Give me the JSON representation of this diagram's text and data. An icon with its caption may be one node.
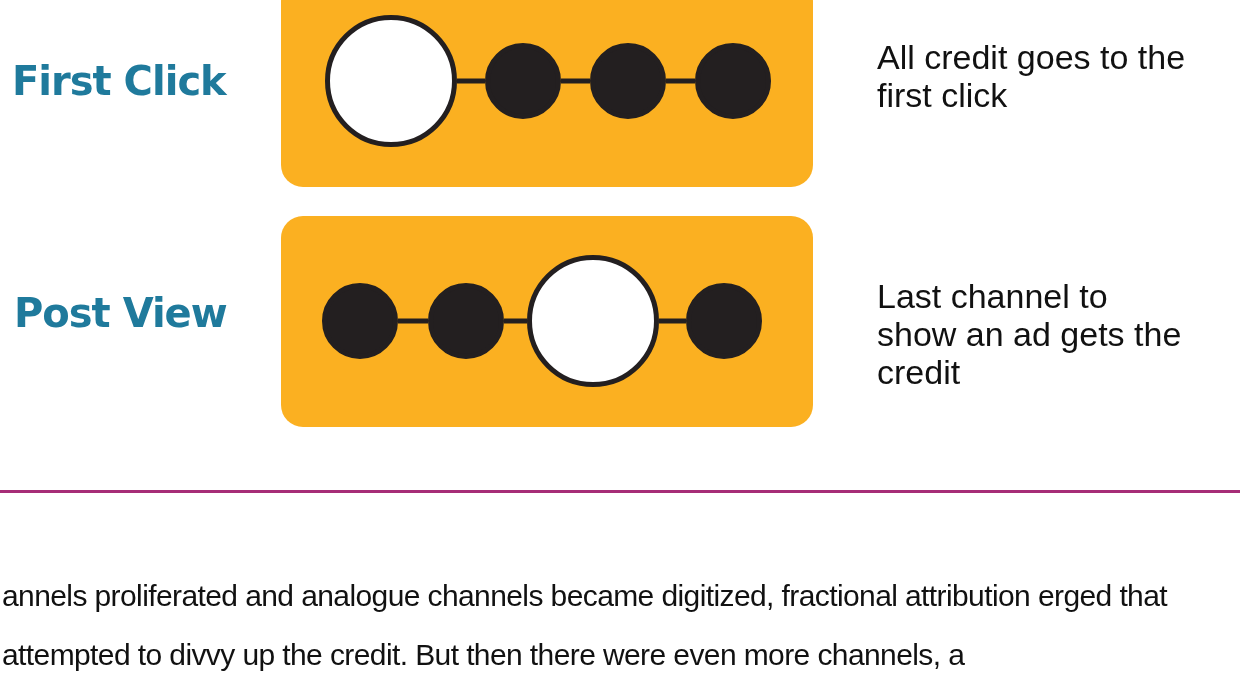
{
  "diagram": {
    "nodes": [
      {
        "text": [],
        "shape": "box"
      },
      {
        "text": [],
        "shape": "circle",
        "in": 0
      },
      {
        "text": [],
        "shape": "circle",
        "in": 0
      },
      {
        "text": [],
        "shape": "circle",
        "in": 0
      },
      {
        "text": [],
        "shape": "circle",
        "in": 0
      },
      {
        "text": [],
        "shape": "box"
      },
      {
        "text": [],
        "shape": "circle",
        "in": 5
      },
      {
        "text": [],
        "shape": "circle",
        "in": 5
      },
      {
        "text": [],
        "shape": "circle",
        "in": 5
      },
      {
        "text": [],
        "shape": "circle",
        "in": 5
      }
    ],
    "edges": [
      {
        "from": 1,
        "to": 2,
        "arrow": "none"
      },
      {
        "from": 2,
        "to": 3,
        "arrow": "none"
      },
      {
        "from": 3,
        "to": 4,
        "arrow": "none"
      },
      {
        "from": 6,
        "to": 7,
        "arrow": "none"
      },
      {
        "from": 7,
        "to": 8,
        "arrow": "none"
      },
      {
        "from": 8,
        "to": 9,
        "arrow": "none"
      }
    ],
    "labels": [
      "First Click",
      "All credit goes to the first click",
      "Post View",
      "Last channel to show an ad gets the credit",
      "annels proliferated and analogue channels became digitized, fractional attribution erged that attempted to divvy up the credit. But then there were even more channels, a"
    ]
  }
}
